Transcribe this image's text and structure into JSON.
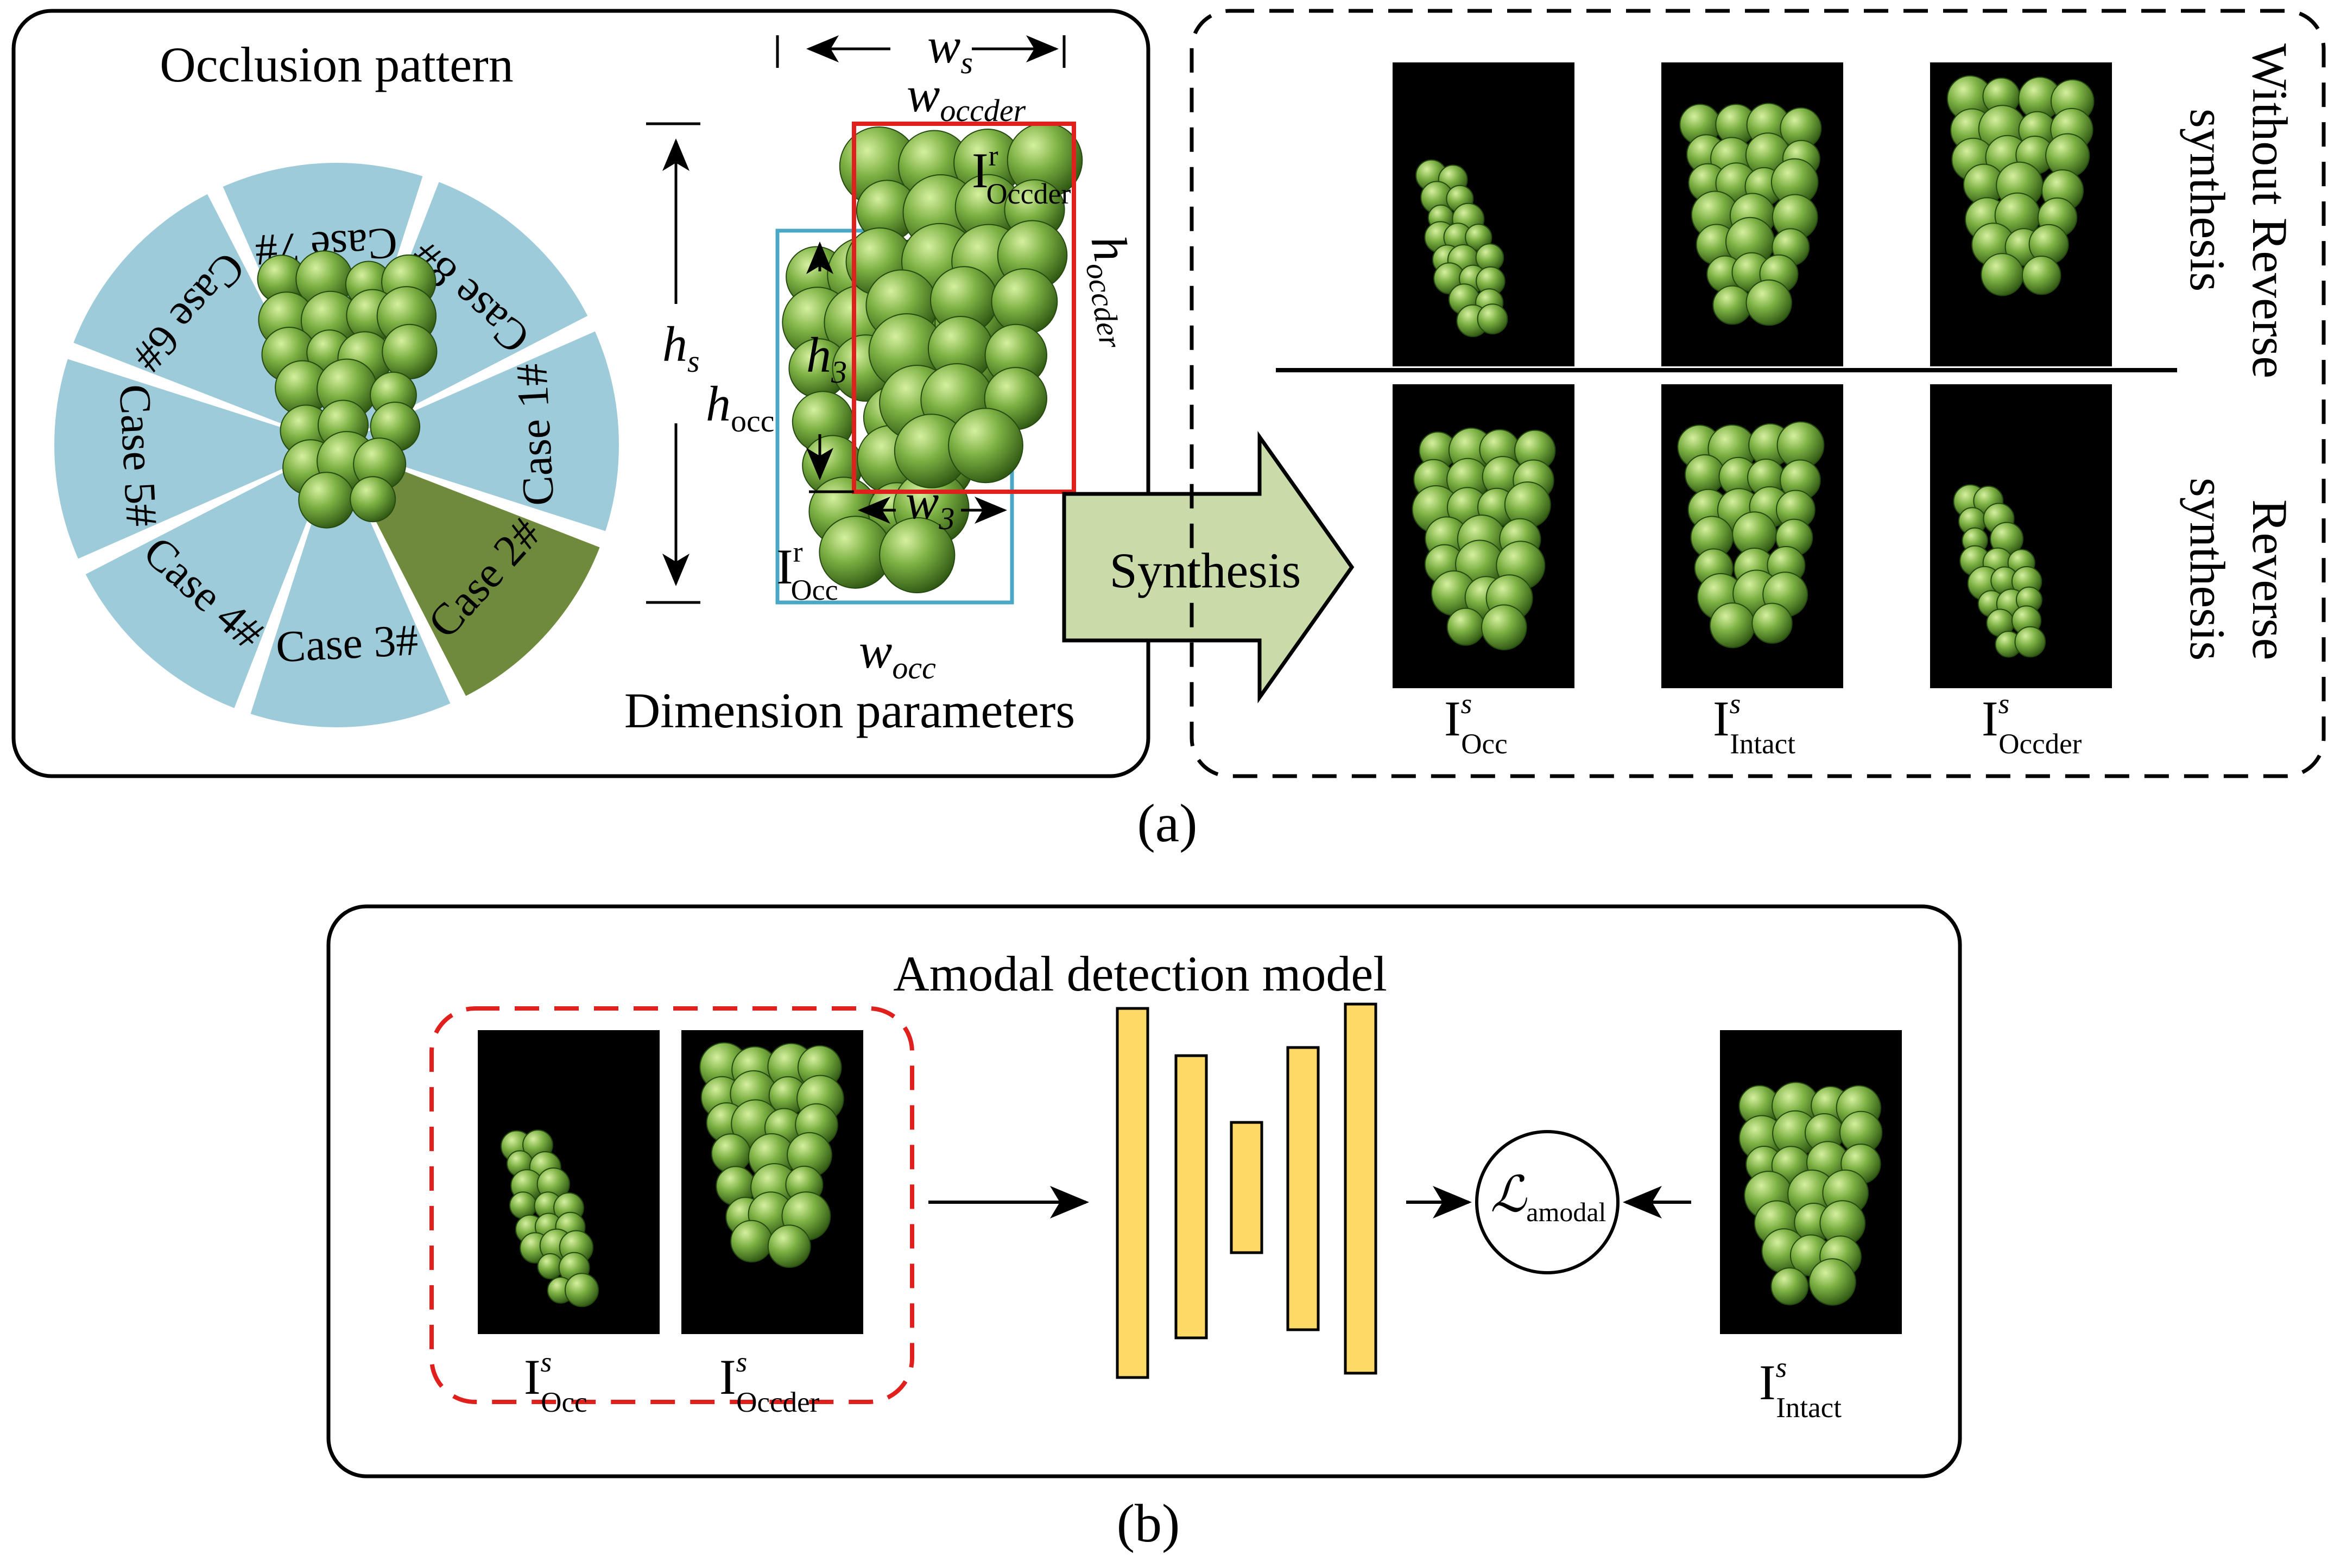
{
  "panel_a": {
    "label": "(a)",
    "occlusion_title": "Occlusion pattern",
    "cases": [
      {
        "label": "Case 1#",
        "color": "#9ecbd9"
      },
      {
        "label": "Case 2#",
        "color": "#6f8a3c"
      },
      {
        "label": "Case 3#",
        "color": "#9ecbd9"
      },
      {
        "label": "Case 4#",
        "color": "#9ecbd9"
      },
      {
        "label": "Case 5#",
        "color": "#9ecbd9"
      },
      {
        "label": "Case 6#",
        "color": "#9ecbd9"
      },
      {
        "label": "Case 7#",
        "color": "#9ecbd9"
      },
      {
        "label": "Case 8#",
        "color": "#9ecbd9"
      }
    ],
    "dimension_title": "Dimension parameters",
    "dims": {
      "w_s": {
        "base": "w",
        "sub": "s"
      },
      "w_occder": {
        "base": "w",
        "sub": "occder"
      },
      "h_s": {
        "base": "h",
        "sub": "s"
      },
      "h_occ": {
        "base": "h",
        "sub": "occ"
      },
      "h_3": {
        "base": "h",
        "sub": "3"
      },
      "w_3": {
        "base": "w",
        "sub": "3"
      },
      "h_occder": {
        "base": "h",
        "sub": "occder"
      },
      "w_occ": {
        "base": "w",
        "sub": "occ"
      },
      "I_occder_r": {
        "base": "I",
        "sup": "r",
        "sub": "Occder"
      },
      "I_occ_r": {
        "base": "I",
        "sup": "r",
        "sub": "Occ"
      }
    },
    "synthesis_label": "Synthesis",
    "without_reverse": [
      "Without Reverse",
      "synthesis"
    ],
    "reverse": [
      "Reverse",
      "synthesis"
    ],
    "outputs": [
      {
        "base": "I",
        "sup": "s",
        "sub": "Occ"
      },
      {
        "base": "I",
        "sup": "s",
        "sub": "Intact"
      },
      {
        "base": "I",
        "sup": "s",
        "sub": "Occder"
      }
    ]
  },
  "panel_b": {
    "label": "(b)",
    "title": "Amodal detection model",
    "inputs": [
      {
        "base": "I",
        "sup": "s",
        "sub": "Occ"
      },
      {
        "base": "I",
        "sup": "s",
        "sub": "Occder"
      }
    ],
    "target": {
      "base": "I",
      "sup": "s",
      "sub": "Intact"
    },
    "loss": {
      "base": "ℒ",
      "sub": "amodal"
    }
  },
  "colors": {
    "case_blue": "#9ecbd9",
    "case_selected": "#6f8a3c",
    "grape_green": "#7cb043",
    "occ_box": "#4aa8c5",
    "occder_box": "#e0201c",
    "synthesis_arrow": "#c8dba8",
    "network_bar": "#ffd966",
    "dashed_red": "#e0201c"
  }
}
